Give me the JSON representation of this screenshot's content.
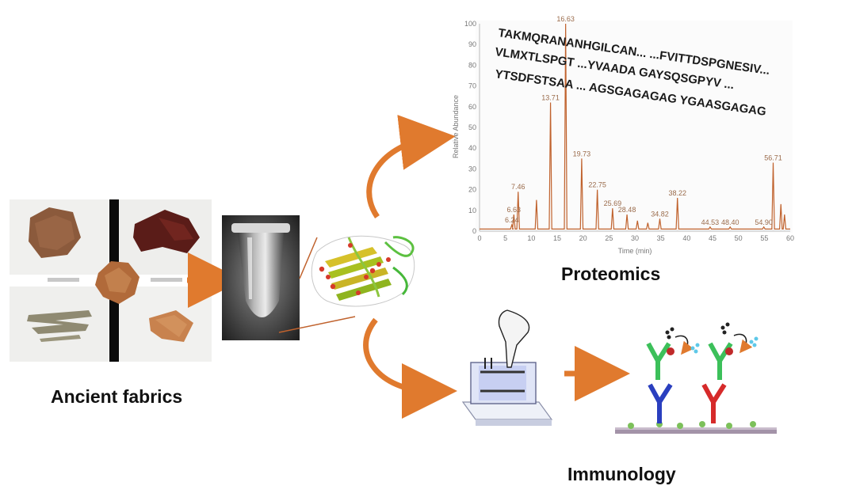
{
  "labels": {
    "fabrics": "Ancient fabrics",
    "proteomics": "Proteomics",
    "immunology": "Immunology"
  },
  "colors": {
    "arrow": "#e07a2e",
    "chromatogram": "#c0622d",
    "seq_text": "#1a1a1a"
  },
  "sequences": [
    "TAKMQRANANHGILCAN... ...FVITTDSPGNESIV...",
    "VLMXTLSPGT ...YVAADA GAYSQSGPYV ...",
    "YTSDFSTSAA ... AGSGAGAGAG YGAASGAGAG"
  ],
  "chart_data": {
    "type": "line",
    "xlabel": "Time (min)",
    "ylabel": "Relative Abundance",
    "xlim": [
      0,
      60
    ],
    "ylim": [
      0,
      100
    ],
    "x_ticks": [
      0,
      5,
      10,
      15,
      20,
      25,
      30,
      35,
      40,
      45,
      50,
      55,
      60
    ],
    "y_ticks": [
      0,
      10,
      20,
      30,
      40,
      50,
      60,
      70,
      80,
      90,
      100
    ],
    "peaks": [
      {
        "x": 6.24,
        "y": 3,
        "label": "6.24"
      },
      {
        "x": 6.63,
        "y": 8,
        "label": "6.63"
      },
      {
        "x": 7.46,
        "y": 19,
        "label": "7.46"
      },
      {
        "x": 11.0,
        "y": 15,
        "label": ""
      },
      {
        "x": 13.71,
        "y": 62,
        "label": "13.71"
      },
      {
        "x": 16.63,
        "y": 100,
        "label": "16.63"
      },
      {
        "x": 19.73,
        "y": 35,
        "label": "19.73"
      },
      {
        "x": 22.75,
        "y": 20,
        "label": "22.75"
      },
      {
        "x": 25.69,
        "y": 11,
        "label": "25.69"
      },
      {
        "x": 28.48,
        "y": 8,
        "label": "28.48"
      },
      {
        "x": 30.5,
        "y": 5,
        "label": ""
      },
      {
        "x": 32.5,
        "y": 4,
        "label": ""
      },
      {
        "x": 34.82,
        "y": 6,
        "label": "34.82"
      },
      {
        "x": 38.22,
        "y": 16,
        "label": "38.22"
      },
      {
        "x": 44.53,
        "y": 2,
        "label": "44.53"
      },
      {
        "x": 48.4,
        "y": 2,
        "label": "48.40"
      },
      {
        "x": 54.9,
        "y": 2,
        "label": "54.90"
      },
      {
        "x": 56.71,
        "y": 33,
        "label": "56.71"
      },
      {
        "x": 58.2,
        "y": 13,
        "label": ""
      },
      {
        "x": 58.9,
        "y": 8,
        "label": ""
      }
    ]
  }
}
